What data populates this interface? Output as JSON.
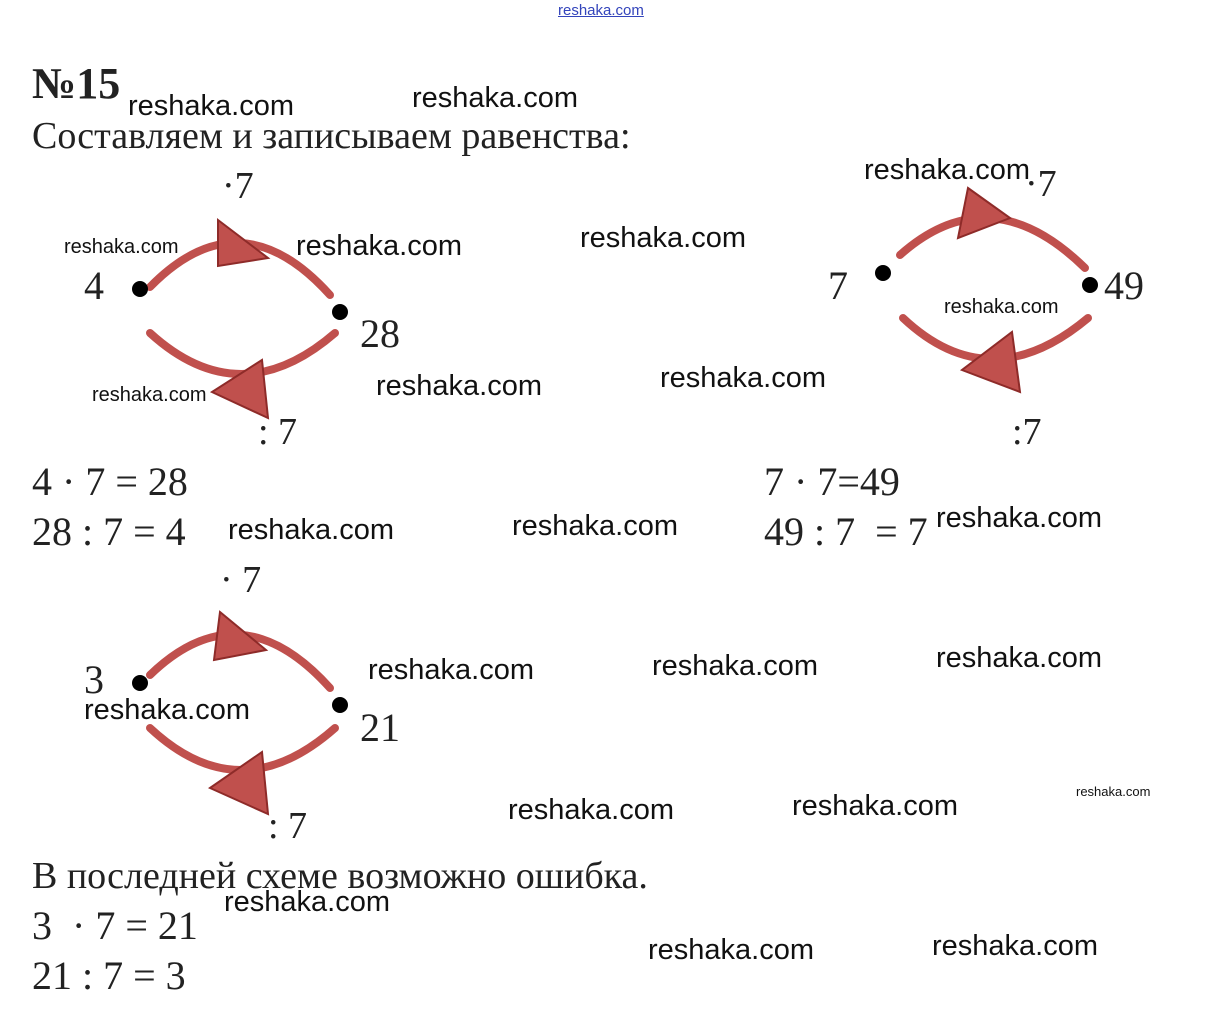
{
  "header_watermark": "reshaka.com",
  "problem_number": "№15",
  "intro": "Составляем и записываем равенства:",
  "diagram1": {
    "left_value": "4",
    "right_value": "28",
    "top_op": "·7",
    "bottom_op": ": 7"
  },
  "diagram2": {
    "left_value": "7",
    "right_value": "49",
    "top_op": "·7",
    "bottom_op": ":7"
  },
  "diagram3": {
    "left_value": "3",
    "right_value": "21",
    "top_op": "· 7",
    "bottom_op": ": 7"
  },
  "equations1": [
    "4 · 7 = 28",
    "28 : 7 = 4"
  ],
  "equations2": [
    "7 · 7=49",
    "49 : 7  = 7"
  ],
  "note": "В последней схеме возможно ошибка.",
  "equations3": [
    "3  · 7 = 21",
    "21 : 7 = 3"
  ],
  "watermark_text": "reshaka.com",
  "colors": {
    "arrow_fill": "#c0504d",
    "arrow_stroke": "#8e2b29",
    "text": "#222222"
  }
}
